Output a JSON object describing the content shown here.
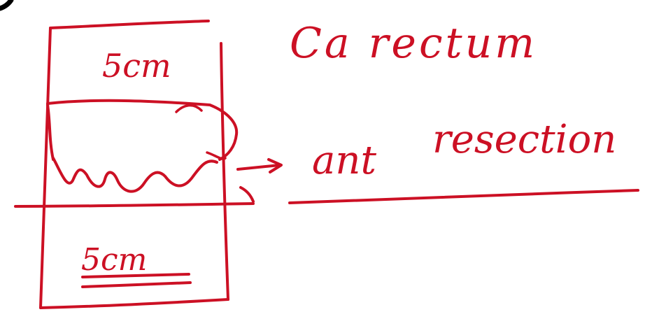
{
  "colors": {
    "ink": "#cc1024",
    "corner_mark": "#000000",
    "background": "#ffffff"
  },
  "annotations": {
    "upper_margin": "5cm",
    "lower_margin": "5cm",
    "heading": "Ca rectum",
    "procedure_prefix": "ant",
    "procedure": "resection"
  }
}
